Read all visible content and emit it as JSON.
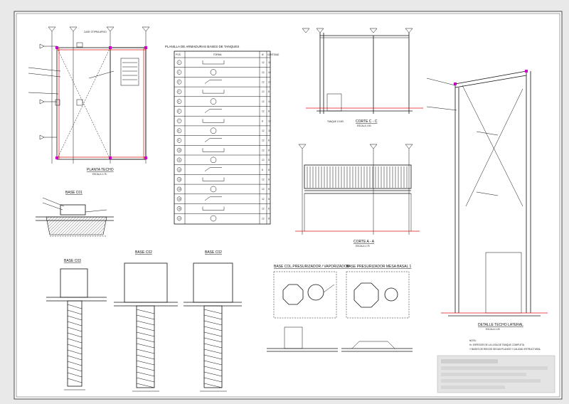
{
  "views": {
    "planta_techo": {
      "title": "PLANTA TECHO",
      "top_note": "CASE OTIPRA APISO",
      "scale": "ESCALA 1:75"
    },
    "planilla": {
      "title": "PLANILLA DE ARMADURAS BASES DE TANQUES",
      "headers": [
        "POS",
        "FORMA",
        "Ø",
        "CANTIDAD"
      ],
      "rows": [
        {
          "pos": "1",
          "d": "12",
          "c": "16"
        },
        {
          "pos": "2",
          "d": "12",
          "c": "16"
        },
        {
          "pos": "3",
          "d": "12",
          "c": "10"
        },
        {
          "pos": "4",
          "d": "12",
          "c": "8"
        },
        {
          "pos": "5",
          "d": "12",
          "c": "10"
        },
        {
          "pos": "6",
          "d": "12",
          "c": "8"
        },
        {
          "pos": "7",
          "d": "8",
          "c": "16"
        },
        {
          "pos": "8",
          "d": "12",
          "c": "16"
        },
        {
          "pos": "9",
          "d": "12",
          "c": "8"
        },
        {
          "pos": "10",
          "d": "12",
          "c": "8"
        },
        {
          "pos": "11",
          "d": "12",
          "c": "8"
        },
        {
          "pos": "12",
          "d": "8",
          "c": "8"
        },
        {
          "pos": "13",
          "d": "12",
          "c": "8"
        },
        {
          "pos": "14",
          "d": "12",
          "c": "8"
        },
        {
          "pos": "15",
          "d": "12",
          "c": "8"
        },
        {
          "pos": "16",
          "d": "12",
          "c": "8"
        },
        {
          "pos": "17",
          "d": "12",
          "c": "8"
        }
      ]
    },
    "corte_c": {
      "title": "CORTE C - C",
      "scale": "ESCALA 1:50"
    },
    "corte_a": {
      "title": "CORTE A - A",
      "scale": "ESCALA 1:75"
    },
    "detalle_lateral": {
      "title": "DETALLE TECHO LATERAL",
      "scale": "ESCALA 1:25"
    },
    "base_c01": {
      "title": "BASE C01"
    },
    "base_c03": {
      "title": "BASE C03"
    },
    "base_c02": {
      "title": "BASE C02"
    },
    "base_c02b": {
      "title": "BASE C02"
    },
    "base_col_pres": {
      "title": "BASE COL.PRESURIZADOR / VAPORIZADOR"
    },
    "base_pres_mesa": {
      "title": "BASE PRESURIZADOR MESA BASAL 1"
    },
    "notes": {
      "n1": "NOTA:",
      "n2": "H= ESPESOR DE LA LOSA DE TANQUE COMPLETA",
      "n3": "Y BASES DE RIEGOS SEGUN PLANOS Y CALIDAD ESTRUCTURAL"
    }
  },
  "colors": {
    "line": "#111111",
    "accent": "#d11111",
    "marker": "#cc00cc",
    "paper": "#ffffff",
    "bg": "#e9e9e9"
  }
}
